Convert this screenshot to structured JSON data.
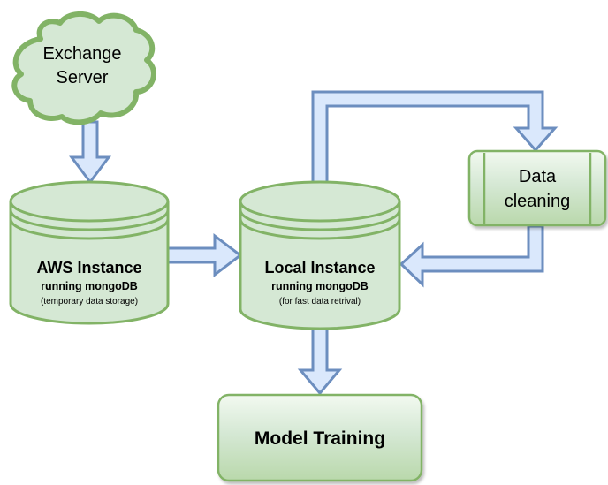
{
  "nodes": {
    "exchange_server": {
      "line1": "Exchange",
      "line2": "Server"
    },
    "aws_instance": {
      "title": "AWS Instance",
      "subtitle": "running mongoDB",
      "note": "(temporary data storage)"
    },
    "local_instance": {
      "title": "Local Instance",
      "subtitle": "running mongoDB",
      "note": "(for fast data retrival)"
    },
    "data_cleaning": {
      "line1": "Data",
      "line2": "cleaning"
    },
    "model_training": {
      "title": "Model Training"
    }
  },
  "colors": {
    "node_fill": "#d5e8d4",
    "node_stroke": "#82b366",
    "arrow_fill": "#dae8fc",
    "arrow_stroke": "#6c8ebf"
  }
}
